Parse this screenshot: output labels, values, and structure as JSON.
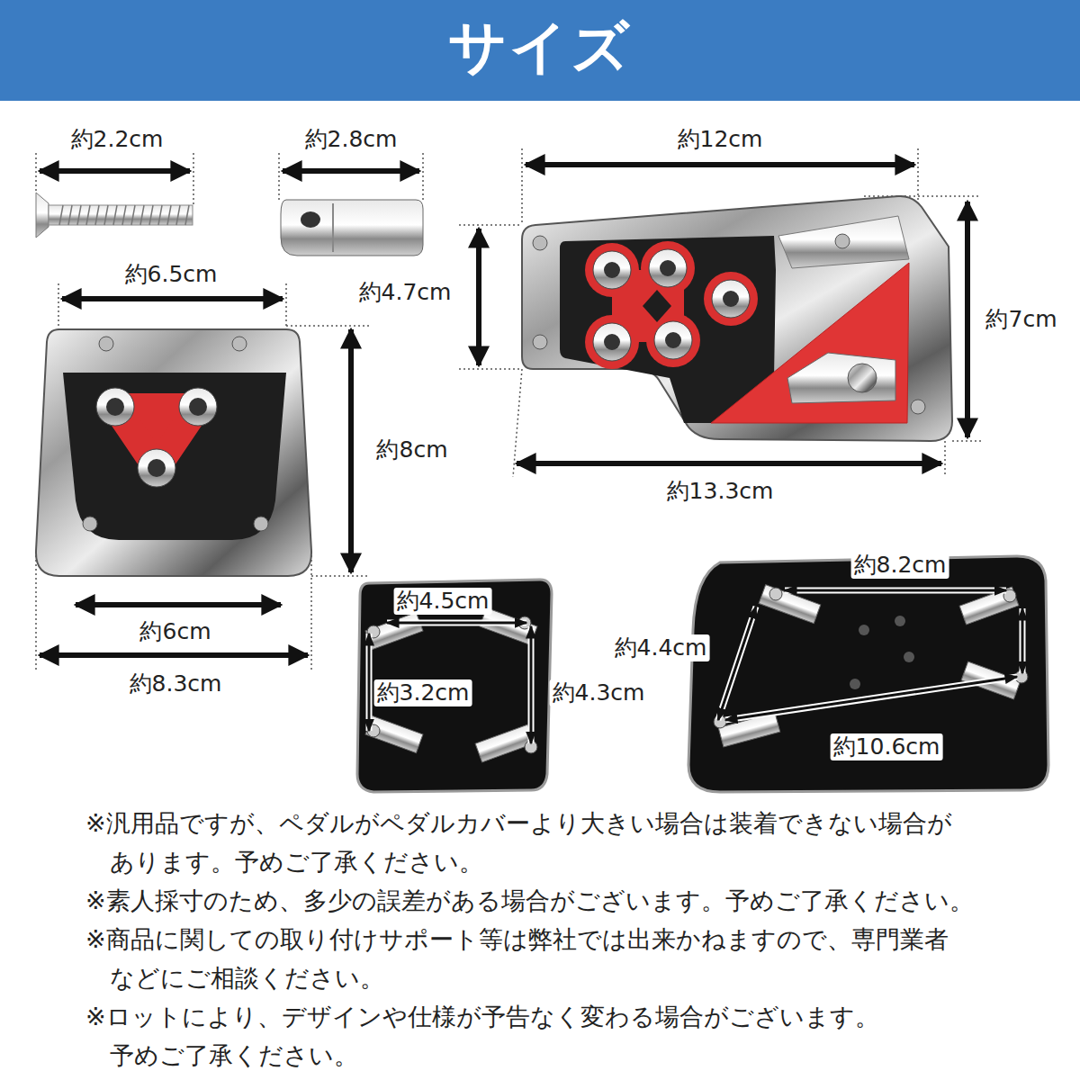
{
  "diagram": {
    "title": "サイズ",
    "labels": [
      "約2.2cm",
      "約2.8cm",
      "約12cm",
      "約6.5cm",
      "約4.7cm",
      "約7cm",
      "約8cm",
      "約13.3cm",
      "約6cm",
      "約8.3cm",
      "約4.5cm",
      "約8.2cm",
      "約4.4cm",
      "約3.2cm",
      "約4.3cm",
      "約10.6cm",
      "※汎用品ですが、ペダルがペダルカバーより大きい場合は装着できない場合が あります。予めご了承ください。",
      "※素人採寸のため、多少の誤差がある場合がございます。予めご了承ください。",
      "※商品に関しての取り付けサポート等は弊社では出来かねますので、専門業者 などにご相談ください。",
      "※ロットにより、デザインや仕様が予告なく変わる場合がございます。 予めご了承ください。"
    ]
  }
}
